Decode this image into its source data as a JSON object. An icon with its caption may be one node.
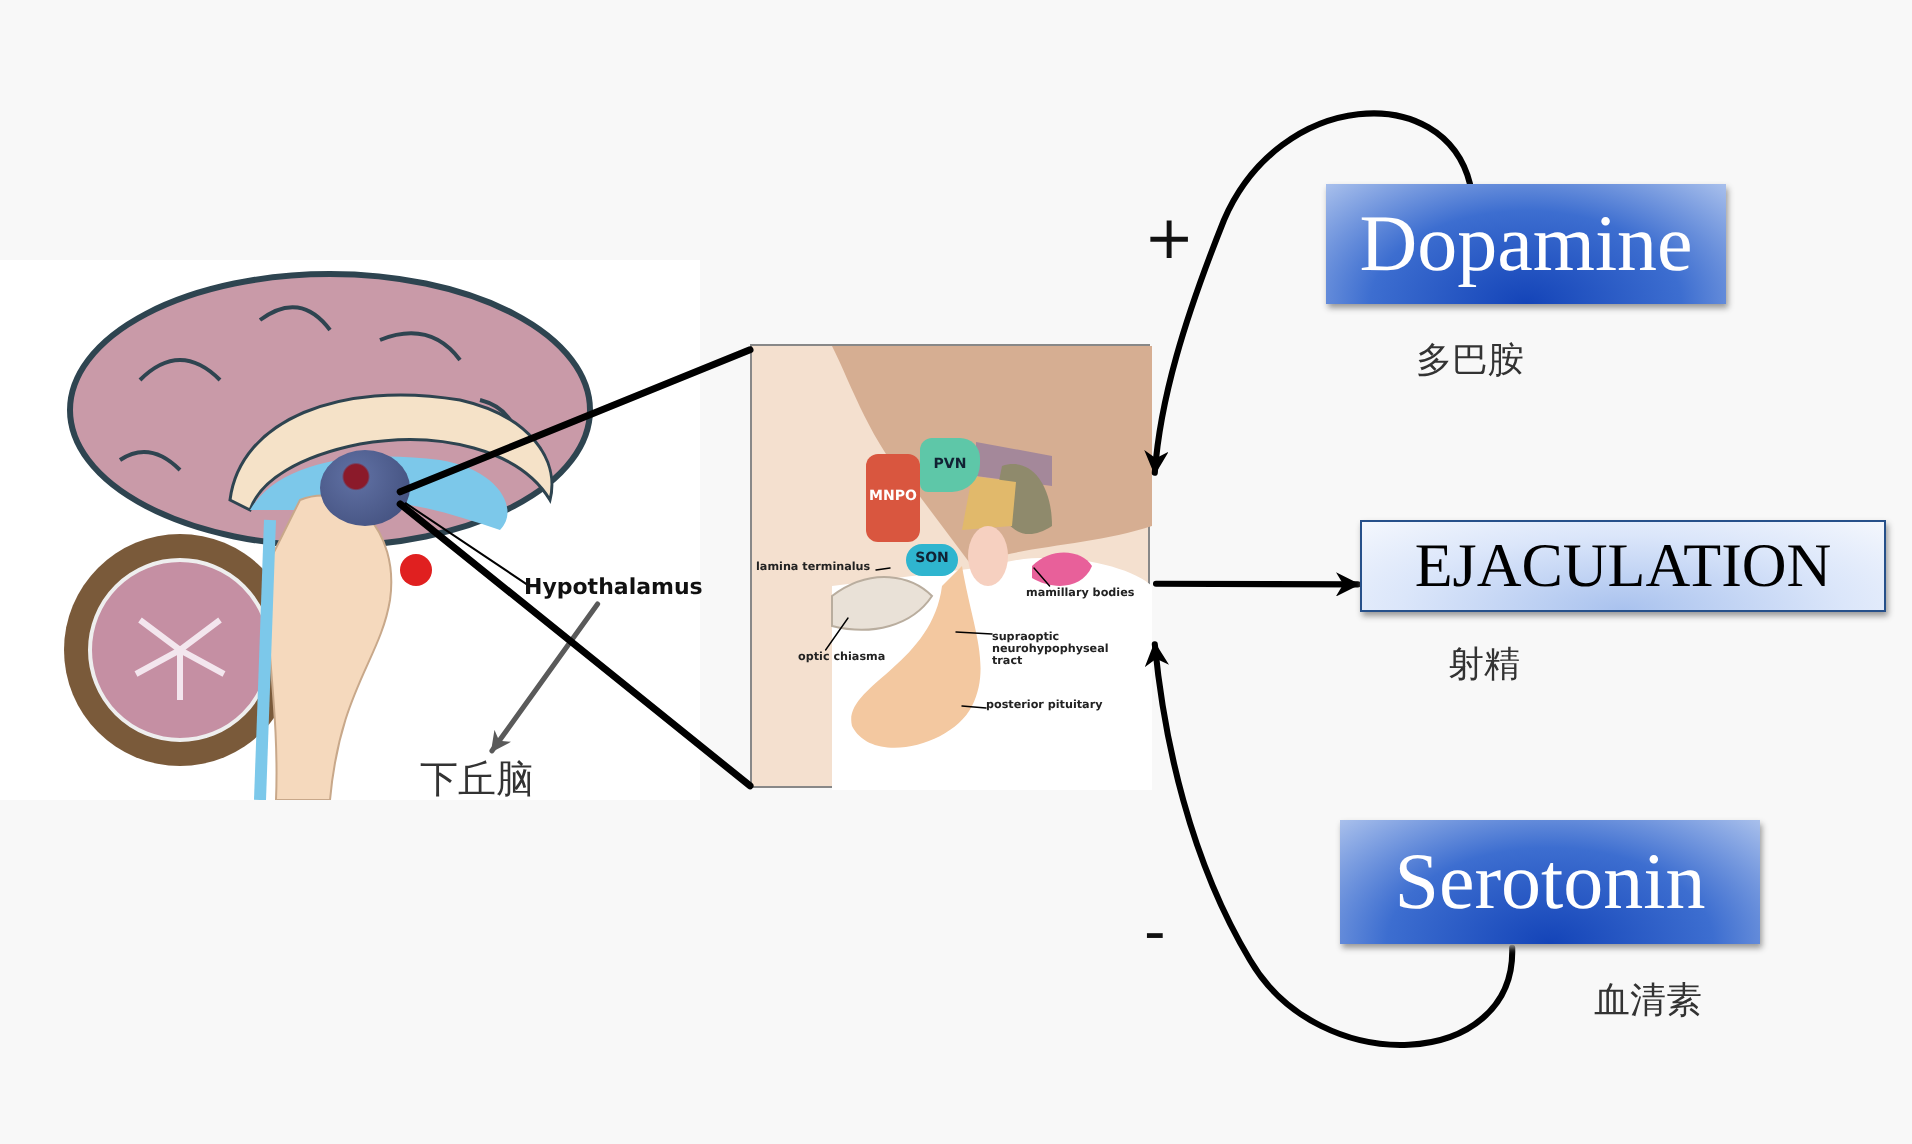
{
  "diagram": {
    "nodes": [
      {
        "text": [],
        "shape": "picture"
      },
      {
        "text": [],
        "shape": "picture",
        "in": 0
      },
      {
        "text": [
          "Hypothalamus"
        ],
        "in": 0
      },
      {
        "text": [
          "下丘脑"
        ],
        "in": 0
      },
      {
        "text": [],
        "shape": "picture"
      },
      {
        "text": [
          "MNPO"
        ],
        "in": 4
      },
      {
        "text": [
          "PVN"
        ],
        "in": 4
      },
      {
        "text": [
          "SON"
        ],
        "in": 4
      },
      {
        "text": [
          "lamina terminalus"
        ],
        "in": 4
      },
      {
        "text": [
          "mamillary bodies"
        ],
        "in": 4
      },
      {
        "text": [
          "optic chiasma"
        ],
        "in": 4
      },
      {
        "text": [
          "supraoptic neurohypophyseal tract"
        ],
        "in": 4
      },
      {
        "text": [
          "posterior pituitary"
        ],
        "in": 4
      },
      {
        "text": [
          "Dopamine"
        ],
        "beside": [
          "多巴胺"
        ]
      },
      {
        "text": [
          "EJACULATION"
        ],
        "beside": [
          "射精"
        ]
      },
      {
        "text": [
          "Serotonin"
        ],
        "beside": [
          "血清素"
        ]
      }
    ],
    "edges": [
      {
        "from": 2,
        "to": 1,
        "arrow": "none"
      },
      {
        "from": 2,
        "to": 3,
        "arrow": "to",
        "style": "thick",
        "color": "#5a5a5a"
      },
      {
        "from": 1,
        "to": 4,
        "arrow": "none",
        "style": "thick"
      },
      {
        "from": 1,
        "to": 4,
        "arrow": "none",
        "style": "thick"
      },
      {
        "from": 8,
        "to": null,
        "arrow": "none"
      },
      {
        "from": 9,
        "to": null,
        "arrow": "none"
      },
      {
        "from": 10,
        "to": null,
        "arrow": "none"
      },
      {
        "from": 11,
        "to": null,
        "arrow": "none"
      },
      {
        "from": 12,
        "to": null,
        "arrow": "none"
      },
      {
        "from": 13,
        "to": 4,
        "arrow": "to",
        "label": "+",
        "style": "thick"
      },
      {
        "from": 4,
        "to": 14,
        "arrow": "to",
        "style": "thick"
      },
      {
        "from": 15,
        "to": 4,
        "arrow": "to",
        "label": "-",
        "style": "thick"
      }
    ]
  }
}
